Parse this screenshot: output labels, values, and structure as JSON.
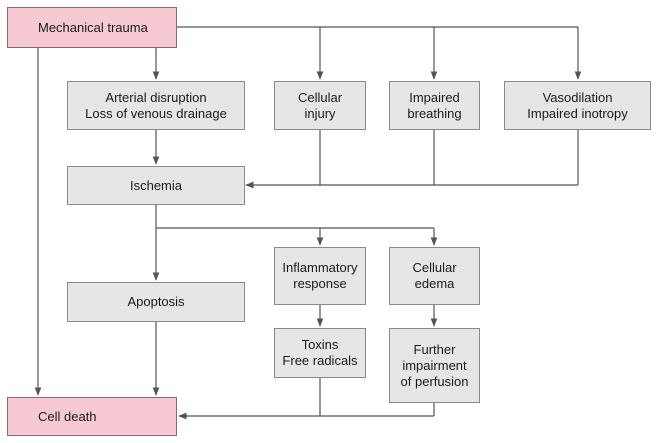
{
  "nodes": {
    "mechanical_trauma": {
      "lines": [
        "Mechanical trauma"
      ]
    },
    "arterial_disruption": {
      "lines": [
        "Arterial disruption",
        "Loss of venous drainage"
      ]
    },
    "cellular_injury": {
      "lines": [
        "Cellular",
        "injury"
      ]
    },
    "impaired_breathing": {
      "lines": [
        "Impaired",
        "breathing"
      ]
    },
    "vasodilation": {
      "lines": [
        "Vasodilation",
        "Impaired inotropy"
      ]
    },
    "ischemia": {
      "lines": [
        "Ischemia"
      ]
    },
    "apoptosis": {
      "lines": [
        "Apoptosis"
      ]
    },
    "inflammatory_response": {
      "lines": [
        "Inflammatory",
        "response"
      ]
    },
    "cellular_edema": {
      "lines": [
        "Cellular",
        "edema"
      ]
    },
    "toxins": {
      "lines": [
        "Toxins",
        "Free radicals"
      ]
    },
    "further_impairment": {
      "lines": [
        "Further",
        "impairment",
        "of perfusion"
      ]
    },
    "cell_death": {
      "lines": [
        "Cell death"
      ]
    }
  },
  "colors": {
    "start_end": "#f7c9d3",
    "process": "#e6e6e6",
    "line": "#555555"
  }
}
